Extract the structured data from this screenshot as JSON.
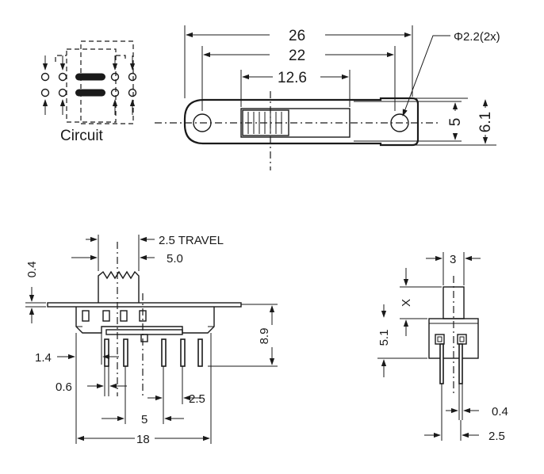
{
  "circuit": {
    "label": "Circuit"
  },
  "top_view": {
    "dim_overall": "26",
    "dim_holes": "22",
    "dim_slot": "12.6",
    "hole_note": "Φ2.2(2x)",
    "dim_slot_height": "5",
    "dim_height": "6.1"
  },
  "front_view": {
    "travel": "2.5  TRAVEL",
    "dim_actuator": "5.0",
    "dim_plate": "0.4",
    "dim_body_height": "8.9",
    "dim_pin_offset": "1.4",
    "dim_pin_width": "0.6",
    "dim_pitch": "2.5",
    "dim_pin_span": "5",
    "dim_length": "18"
  },
  "side_view": {
    "dim_actuator_width": "3",
    "dim_actuator_height": "X",
    "dim_body_height": "5.1",
    "dim_pin_thickness": "0.4",
    "dim_pin_pitch": "2.5"
  }
}
